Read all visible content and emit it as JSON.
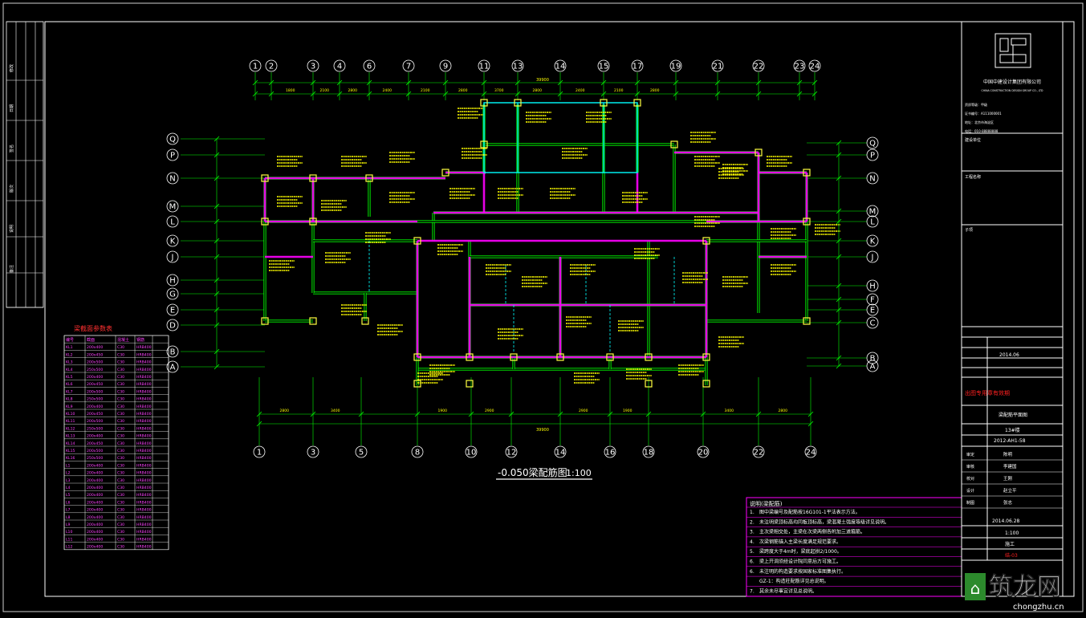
{
  "drawing": {
    "plan_title": "-0.050梁配筋图",
    "plan_scale": "1:100",
    "grid_top": [
      "1",
      "2",
      "3",
      "4",
      "6",
      "7",
      "9",
      "11",
      "13",
      "14",
      "15",
      "17",
      "19",
      "21",
      "22",
      "23",
      "24"
    ],
    "grid_bottom": [
      "1",
      "3",
      "5",
      "8",
      "10",
      "12",
      "14",
      "16",
      "18",
      "20",
      "22",
      "24"
    ],
    "grid_left": [
      "Q",
      "P",
      "N",
      "M",
      "L",
      "K",
      "J",
      "H",
      "G",
      "E",
      "D",
      "B",
      "A"
    ],
    "grid_right": [
      "Q",
      "P",
      "N",
      "M",
      "L",
      "K",
      "J",
      "H",
      "F",
      "E",
      "C",
      "B",
      "A"
    ],
    "dim_total_top": "39900",
    "dim_total_bottom": "39900",
    "dims_bottom": [
      "2800",
      "3400",
      "1900",
      "2900",
      "2900",
      "1900",
      "3400",
      "2800"
    ],
    "dims_top": [
      "1800",
      "2100",
      "2800",
      "2400",
      "2100",
      "2800",
      "3700",
      "2800",
      "2400",
      "2100",
      "2800"
    ]
  },
  "legend": {
    "title": "梁截面参数表",
    "columns": [
      "编号",
      "截面",
      "混凝土",
      "钢筋"
    ],
    "rows": [
      [
        "KL1",
        "200x400",
        "C30",
        "HRB400"
      ],
      [
        "KL2",
        "200x450",
        "C30",
        "HRB400"
      ],
      [
        "KL3",
        "200x500",
        "C30",
        "HRB400"
      ],
      [
        "KL4",
        "250x500",
        "C30",
        "HRB400"
      ],
      [
        "KL5",
        "200x400",
        "C30",
        "HRB400"
      ],
      [
        "KL6",
        "200x450",
        "C30",
        "HRB400"
      ],
      [
        "KL7",
        "200x500",
        "C30",
        "HRB400"
      ],
      [
        "KL8",
        "250x500",
        "C30",
        "HRB400"
      ],
      [
        "KL9",
        "200x400",
        "C30",
        "HRB400"
      ],
      [
        "KL10",
        "200x450",
        "C30",
        "HRB400"
      ],
      [
        "KL11",
        "200x500",
        "C30",
        "HRB400"
      ],
      [
        "KL12",
        "250x500",
        "C30",
        "HRB400"
      ],
      [
        "KL13",
        "200x400",
        "C30",
        "HRB400"
      ],
      [
        "KL14",
        "200x450",
        "C30",
        "HRB400"
      ],
      [
        "KL15",
        "200x500",
        "C30",
        "HRB400"
      ],
      [
        "KL16",
        "250x500",
        "C30",
        "HRB400"
      ],
      [
        "L1",
        "200x400",
        "C30",
        "HRB400"
      ],
      [
        "L2",
        "200x400",
        "C30",
        "HRB400"
      ],
      [
        "L3",
        "200x400",
        "C30",
        "HRB400"
      ],
      [
        "L4",
        "200x400",
        "C30",
        "HRB400"
      ],
      [
        "L5",
        "200x400",
        "C30",
        "HRB400"
      ],
      [
        "L6",
        "200x400",
        "C30",
        "HRB400"
      ],
      [
        "L7",
        "200x400",
        "C30",
        "HRB400"
      ],
      [
        "L8",
        "200x400",
        "C30",
        "HRB400"
      ],
      [
        "L9",
        "200x400",
        "C30",
        "HRB400"
      ],
      [
        "L10",
        "200x400",
        "C30",
        "HRB400"
      ],
      [
        "L11",
        "200x400",
        "C30",
        "HRB400"
      ],
      [
        "L12",
        "200x400",
        "C30",
        "HRB400"
      ]
    ]
  },
  "notes": {
    "title": "说明(梁配筋)",
    "items": [
      {
        "num": "1.",
        "text": "图中梁编号及配筋按16G101-1平法表示方法。"
      },
      {
        "num": "2.",
        "text": "未注明梁顶标高均同板顶标高，梁混凝土强度等级详见说明。"
      },
      {
        "num": "3.",
        "text": "主次梁相交处，主梁在次梁两侧各附加三道箍筋。"
      },
      {
        "num": "4.",
        "text": "次梁钢筋锚入主梁长度满足规范要求。"
      },
      {
        "num": "5.",
        "text": "梁跨度大于4m时，梁底起拱2/1000。"
      },
      {
        "num": "6.",
        "text": "梁上开洞须经设计院同意后方可施工。"
      },
      {
        "num": "6.",
        "text": "未注明的构造要求按国家标准图集执行。"
      },
      {
        "num": "",
        "text": "GZ-1：构造柱配筋详见总说明。"
      },
      {
        "num": "7.",
        "text": "其余未尽事宜详见总说明。"
      }
    ]
  },
  "titleblock": {
    "company": "中国中建设计集团有限公司",
    "company_en": "CHINA CONSTRUCTION DESIGN GROUP CO., LTD",
    "cert_lines": [
      "资质等级：甲级",
      "证书编号：A111000001",
      "地址：北京市海淀区",
      "电话：010-88888888"
    ],
    "client_label": "建设单位",
    "project_label": "工程名称",
    "sub_label": "子项",
    "date": "2014.06",
    "stamp": "出图专用章有效期",
    "drawing_name": "梁配筋平面图",
    "building": "13#楼",
    "project_no": "2012-AH1-58",
    "roles": [
      {
        "label": "审定",
        "name": "陈明"
      },
      {
        "label": "审核",
        "name": "李建国"
      },
      {
        "label": "校对",
        "name": "王刚"
      },
      {
        "label": "设计",
        "name": "赵立平"
      },
      {
        "label": "制图",
        "name": "张志"
      }
    ],
    "issue_date": "2014.06.28",
    "scale": "1:100",
    "stage": "施工",
    "sheet_no": "结-03"
  },
  "revision_strip": {
    "labels": [
      "修改",
      "日期",
      "签名",
      "版次",
      "说明",
      "备注"
    ]
  },
  "watermark": {
    "cn": "筑龙网",
    "url": "chongzhu.cn"
  },
  "colors": {
    "bg": "#000000",
    "frame": "#ffffff",
    "grid": "#00ff00",
    "beam": "#ff00ff",
    "cyan": "#00ffff",
    "text_yellow": "#ffff00",
    "red": "#ff2020"
  }
}
